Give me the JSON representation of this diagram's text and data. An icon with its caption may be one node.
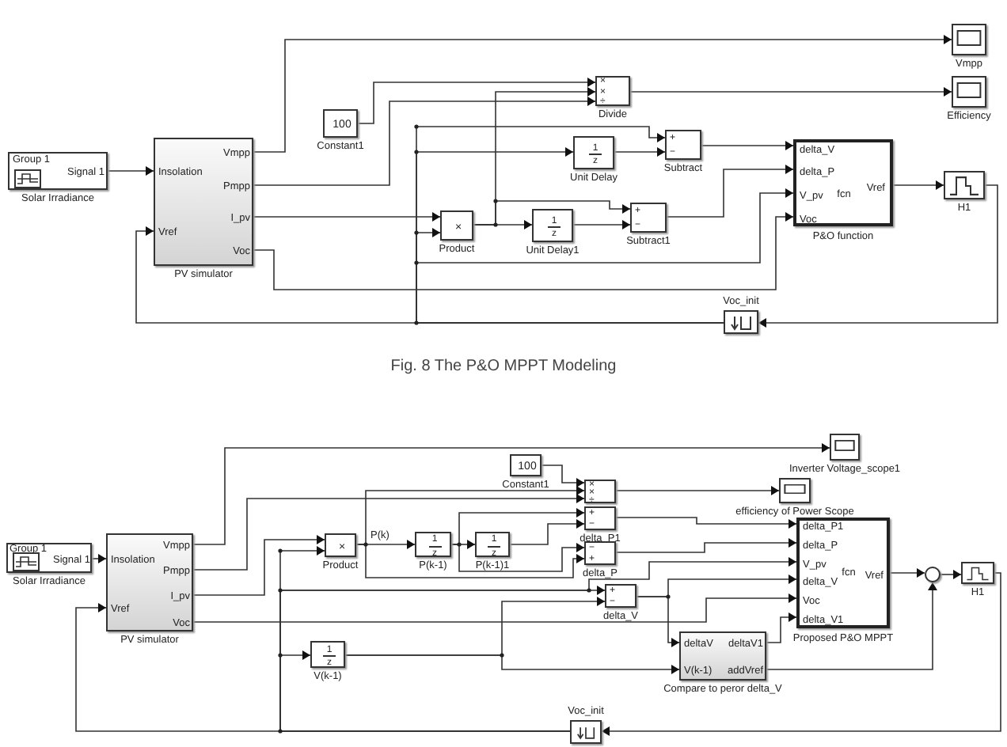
{
  "diagram": {
    "caption": "Fig. 8 The P&O MPPT Modeling",
    "nodes": [
      {
        "text": [
          "Group 1",
          "Signal 1"
        ],
        "beside": [
          "Solar Irradiance"
        ]
      },
      {
        "text": [
          "Insolation",
          "Vref",
          "Vmpp",
          "Pmpp",
          "I_pv",
          "Voc"
        ],
        "beside": [
          "PV simulator"
        ]
      },
      {
        "text": [
          "100"
        ],
        "beside": [
          "Constant1"
        ]
      },
      {
        "text": [
          "×"
        ],
        "beside": [
          "Product"
        ]
      },
      {
        "text": [
          "×",
          "×",
          "÷"
        ],
        "beside": [
          "Divide"
        ]
      },
      {
        "text": [
          "1",
          "z"
        ],
        "beside": [
          "Unit Delay"
        ]
      },
      {
        "text": [
          "+",
          "−"
        ],
        "beside": [
          "Subtract"
        ]
      },
      {
        "text": [
          "1",
          "z"
        ],
        "beside": [
          "Unit Delay1"
        ]
      },
      {
        "text": [
          "+",
          "−"
        ],
        "beside": [
          "Subtract1"
        ]
      },
      {
        "text": [
          "delta_V",
          "delta_P",
          "V_pv",
          "Voc",
          "fcn",
          "Vref"
        ],
        "beside": [
          "P&O function"
        ]
      },
      {
        "text": [],
        "shape": "box",
        "beside": [
          "H1"
        ]
      },
      {
        "text": [],
        "shape": "box",
        "beside": [
          "Vmpp"
        ]
      },
      {
        "text": [],
        "shape": "box",
        "beside": [
          "Efficiency"
        ]
      },
      {
        "text": [],
        "shape": "box",
        "beside": [
          "Voc_init"
        ]
      },
      {
        "text": [
          "Group 1",
          "Signal 1"
        ],
        "beside": [
          "Solar Irradiance"
        ]
      },
      {
        "text": [
          "Insolation",
          "Vref",
          "Vmpp",
          "Pmpp",
          "I_pv",
          "Voc"
        ],
        "beside": [
          "PV simulator"
        ]
      },
      {
        "text": [
          "×"
        ],
        "beside": [
          "Product"
        ]
      },
      {
        "text": [
          "1",
          "z"
        ],
        "beside": [
          "P(k-1)"
        ]
      },
      {
        "text": [
          "1",
          "z"
        ],
        "beside": [
          "P(k-1)1"
        ]
      },
      {
        "text": [
          "100"
        ],
        "beside": [
          "Constant1"
        ]
      },
      {
        "text": [
          "×",
          "×",
          "÷"
        ]
      },
      {
        "text": [
          "+",
          "−"
        ],
        "beside": [
          "delta_P1"
        ]
      },
      {
        "text": [
          "−",
          "+"
        ],
        "beside": [
          "delta_P"
        ]
      },
      {
        "text": [
          "+",
          "−"
        ],
        "beside": [
          "delta_V"
        ]
      },
      {
        "text": [],
        "shape": "box",
        "beside": [
          "Inverter Voltage_scope1"
        ]
      },
      {
        "text": [],
        "shape": "box",
        "beside": [
          "efficiency of Power Scope"
        ]
      },
      {
        "text": [
          "delta_P1",
          "delta_P",
          "V_pv",
          "delta_V",
          "Voc",
          "delta_V1",
          "fcn",
          "Vref"
        ],
        "beside": [
          "Proposed P&O MPPT"
        ]
      },
      {
        "text": [
          "deltaV",
          "V(k-1)",
          "deltaV1",
          "addVref"
        ],
        "beside": [
          "Compare to peror delta_V"
        ]
      },
      {
        "text": [],
        "shape": "circle"
      },
      {
        "text": [],
        "shape": "box",
        "beside": [
          "H1"
        ]
      },
      {
        "text": [
          "1",
          "z"
        ],
        "beside": [
          "V(k-1)"
        ]
      },
      {
        "text": [],
        "shape": "box",
        "beside": [
          "Voc_init"
        ]
      }
    ],
    "edges": [
      {
        "from": 0,
        "to": 1,
        "arrow": "to"
      },
      {
        "from": 1,
        "to": 11,
        "arrow": "to"
      },
      {
        "from": 1,
        "to": 4,
        "arrow": "to"
      },
      {
        "from": 1,
        "to": 3,
        "arrow": "to"
      },
      {
        "from": 1,
        "to": 9,
        "arrow": "to"
      },
      {
        "from": 2,
        "to": 4,
        "arrow": "to"
      },
      {
        "from": 3,
        "to": 4,
        "arrow": "to"
      },
      {
        "from": 3,
        "to": 8,
        "arrow": "to"
      },
      {
        "from": 3,
        "to": 7,
        "arrow": "to"
      },
      {
        "from": 7,
        "to": 8,
        "arrow": "to"
      },
      {
        "from": 5,
        "to": 6,
        "arrow": "to"
      },
      {
        "from": 6,
        "to": 9,
        "arrow": "to"
      },
      {
        "from": 8,
        "to": 9,
        "arrow": "to"
      },
      {
        "from": 4,
        "to": 12,
        "arrow": "to"
      },
      {
        "from": 9,
        "to": 10,
        "arrow": "to"
      },
      {
        "from": 10,
        "to": 13,
        "arrow": "to"
      },
      {
        "from": 13,
        "to": 1,
        "arrow": "to"
      },
      {
        "from": 13,
        "to": 3,
        "arrow": "to"
      },
      {
        "from": 13,
        "to": 6,
        "arrow": "to"
      },
      {
        "from": 13,
        "to": 5,
        "arrow": "to"
      },
      {
        "from": 13,
        "to": 9,
        "arrow": "to"
      },
      {
        "from": 14,
        "to": 15,
        "arrow": "to"
      },
      {
        "from": 15,
        "to": 24,
        "arrow": "to"
      },
      {
        "from": 15,
        "to": 20,
        "arrow": "to"
      },
      {
        "from": 15,
        "to": 16,
        "arrow": "to"
      },
      {
        "from": 15,
        "to": 26,
        "arrow": "to"
      },
      {
        "from": 16,
        "to": 17,
        "arrow": "to",
        "label": "P(k)"
      },
      {
        "from": 16,
        "to": 20,
        "arrow": "to"
      },
      {
        "from": 16,
        "to": 22,
        "arrow": "to"
      },
      {
        "from": 17,
        "to": 18,
        "arrow": "to"
      },
      {
        "from": 17,
        "to": 21,
        "arrow": "to"
      },
      {
        "from": 17,
        "to": 22,
        "arrow": "to"
      },
      {
        "from": 18,
        "to": 21,
        "arrow": "to"
      },
      {
        "from": 19,
        "to": 20,
        "arrow": "to"
      },
      {
        "from": 20,
        "to": 25,
        "arrow": "to"
      },
      {
        "from": 21,
        "to": 26,
        "arrow": "to"
      },
      {
        "from": 22,
        "to": 26,
        "arrow": "to"
      },
      {
        "from": 23,
        "to": 26,
        "arrow": "to"
      },
      {
        "from": 23,
        "to": 27,
        "arrow": "to"
      },
      {
        "from": 27,
        "to": 26,
        "arrow": "to"
      },
      {
        "from": 27,
        "to": 28,
        "arrow": "to"
      },
      {
        "from": 26,
        "to": 28,
        "arrow": "to"
      },
      {
        "from": 28,
        "to": 29,
        "arrow": "to"
      },
      {
        "from": 29,
        "to": 31,
        "arrow": "to"
      },
      {
        "from": 31,
        "to": 15,
        "arrow": "to"
      },
      {
        "from": 31,
        "to": 16,
        "arrow": "to"
      },
      {
        "from": 31,
        "to": 23,
        "arrow": "to"
      },
      {
        "from": 31,
        "to": 26,
        "arrow": "to"
      },
      {
        "from": 31,
        "to": 30,
        "arrow": "to"
      },
      {
        "from": 30,
        "to": 23,
        "arrow": "to"
      },
      {
        "from": 30,
        "to": 27,
        "arrow": "to"
      }
    ]
  }
}
